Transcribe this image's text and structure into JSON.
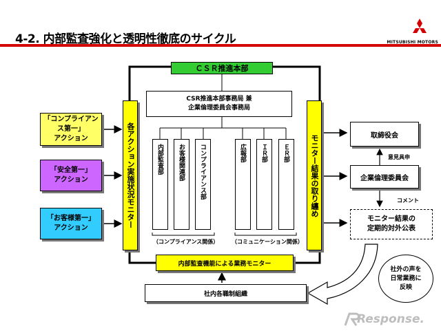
{
  "header": {
    "title": "4-2. 内部監査強化と透明性徹底のサイクル",
    "logo_text": "MITSUBISHI MOTORS",
    "logo_icon": "three-diamonds-icon",
    "brand_color": "#d40000"
  },
  "diagram": {
    "csr_hq": "ＣＳＲ推進本部",
    "secretariat": [
      "CSR推進本部事務局 兼",
      "企業倫理委員会事務局"
    ],
    "left_panel": "各アクション実施状況モニター",
    "right_panel": "モニター結果の取り纏め",
    "actions": [
      {
        "title": "「コンプライアンス第一」",
        "sub": "アクション",
        "color": "#ffff66"
      },
      {
        "title": "「安全第一」",
        "sub": "アクション",
        "color": "#cc66ff"
      },
      {
        "title": "「お客様第一」",
        "sub": "アクション",
        "color": "#33ccff"
      }
    ],
    "departments": [
      "内部監査部",
      "お客様関連部",
      "コンプライアンス部",
      "広報部",
      "ＩＲ部",
      "ＥＲ部"
    ],
    "compliance_group": "（コンプライアンス関係）",
    "communication_group": "（コミュニケーション関係）",
    "monitor_bar": "内部監査機能による業務モニター",
    "org_box": "社内各職制組織",
    "board": "取締役会",
    "ethics_committee": "企業倫理委員会",
    "opinion": "意見具申",
    "comment": "コメント",
    "disclosure": [
      "モニター結果の",
      "定期的対外公表"
    ],
    "voice": [
      "社外の声を",
      "日常業務に",
      "反映"
    ]
  },
  "watermark": "Response."
}
